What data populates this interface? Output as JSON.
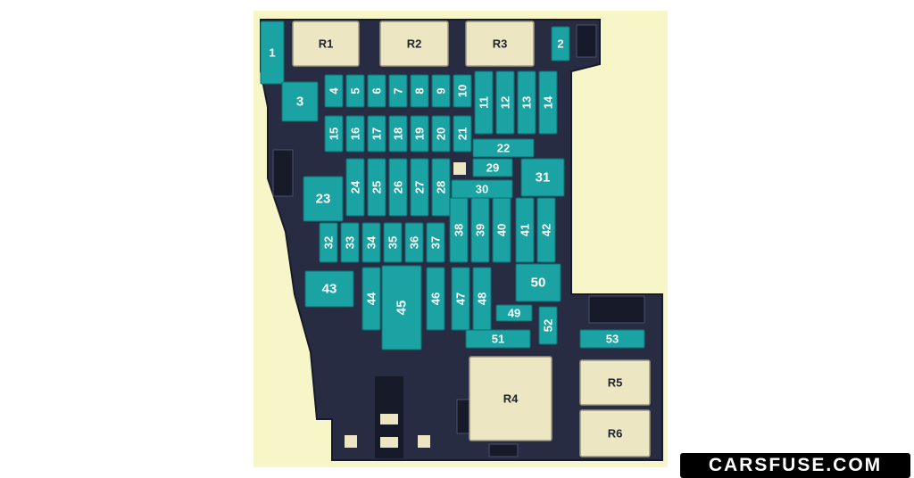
{
  "relays": [
    "R1",
    "R2",
    "R3",
    "R4",
    "R5",
    "R6"
  ],
  "fuses": [
    "1",
    "2",
    "3",
    "4",
    "5",
    "6",
    "7",
    "8",
    "9",
    "10",
    "11",
    "12",
    "13",
    "14",
    "15",
    "16",
    "17",
    "18",
    "19",
    "20",
    "21",
    "22",
    "23",
    "24",
    "25",
    "26",
    "27",
    "28",
    "29",
    "30",
    "31",
    "32",
    "33",
    "34",
    "35",
    "36",
    "37",
    "38",
    "39",
    "40",
    "41",
    "42",
    "43",
    "44",
    "45",
    "46",
    "47",
    "48",
    "49",
    "50",
    "51",
    "52",
    "53"
  ],
  "watermark": "CARSFUSE.COM",
  "colors": {
    "housing": "#272c42",
    "fuse": "#1ba3a4",
    "relay": "#ede6c3",
    "background": "#f7f6c8"
  }
}
